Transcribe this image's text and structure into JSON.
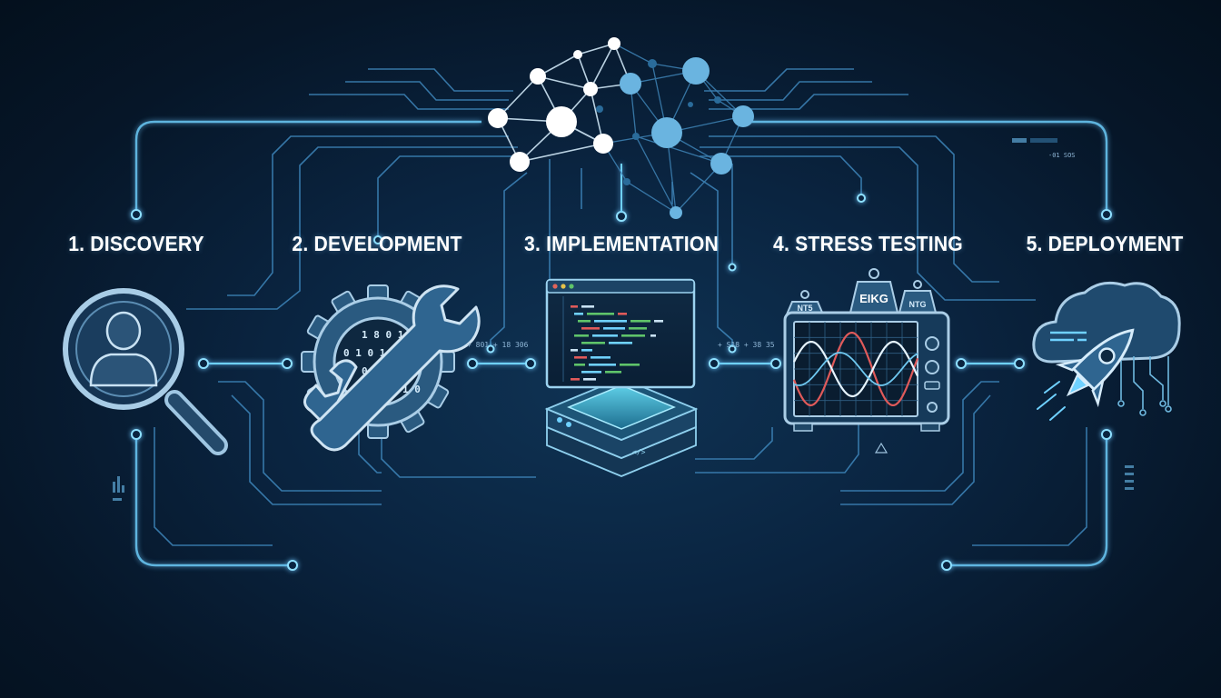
{
  "steps": [
    {
      "label": "1. DISCOVERY",
      "icon": "magnifier-person-icon"
    },
    {
      "label": "2. DEVELOPMENT",
      "icon": "gear-wrench-icon"
    },
    {
      "label": "3. IMPLEMENTATION",
      "icon": "code-window-icon"
    },
    {
      "label": "4. STRESS TESTING",
      "icon": "oscilloscope-icon"
    },
    {
      "label": "5. DEPLOYMENT",
      "icon": "cloud-rocket-icon"
    }
  ],
  "connector_labels": {
    "dev_impl": "+ 801 + 18 306",
    "impl_test": "+ S18 + 38 35"
  },
  "weights": [
    "NT5",
    "EIKG",
    "NTG"
  ],
  "readout": "-01 SOS",
  "binary_rows": [
    "1 8 0 1",
    "0 1 0 1 0 1 0 1",
    "0 1 0 1",
    "0 1 0 1 1 0"
  ],
  "colors": {
    "accent": "#5fc4f5",
    "node_light": "#ffffff",
    "node_blue": "#6ab4e0",
    "icon_fill": "#1f4767",
    "wave_red": "#e05a5a"
  }
}
